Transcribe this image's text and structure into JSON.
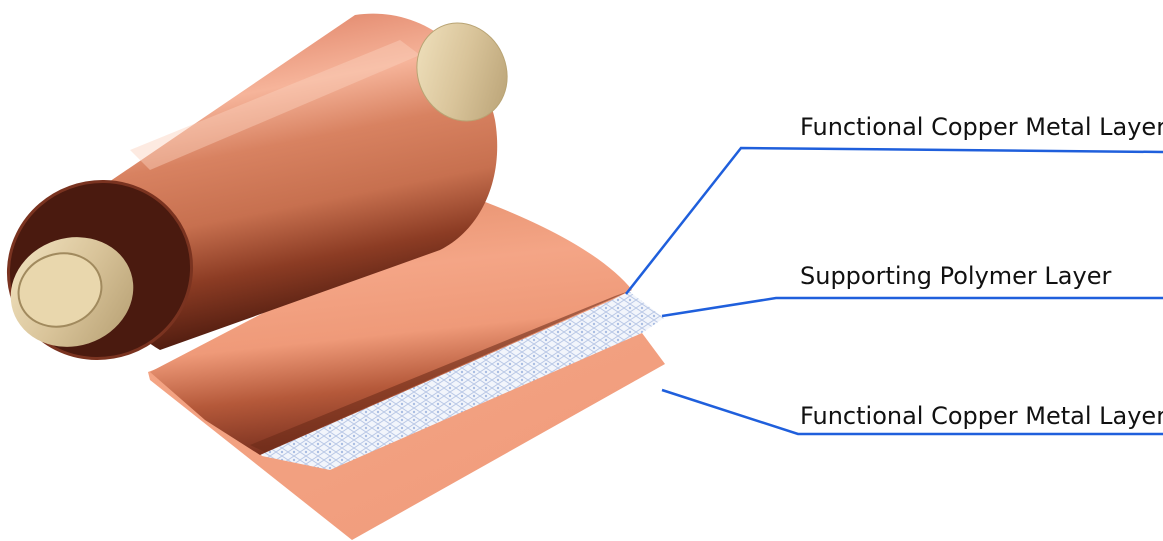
{
  "labels": {
    "top_copper": "Functional Copper Metal Layer",
    "polymer": "Supporting Polymer Layer",
    "bottom_copper": "Functional Copper Metal Layer"
  },
  "colors": {
    "leader_line": "#1f5fdc",
    "copper_light": "#f3a283",
    "copper_dark": "#5a2314",
    "core": "#e6d3a8",
    "polymer": "#c9d6ee"
  }
}
